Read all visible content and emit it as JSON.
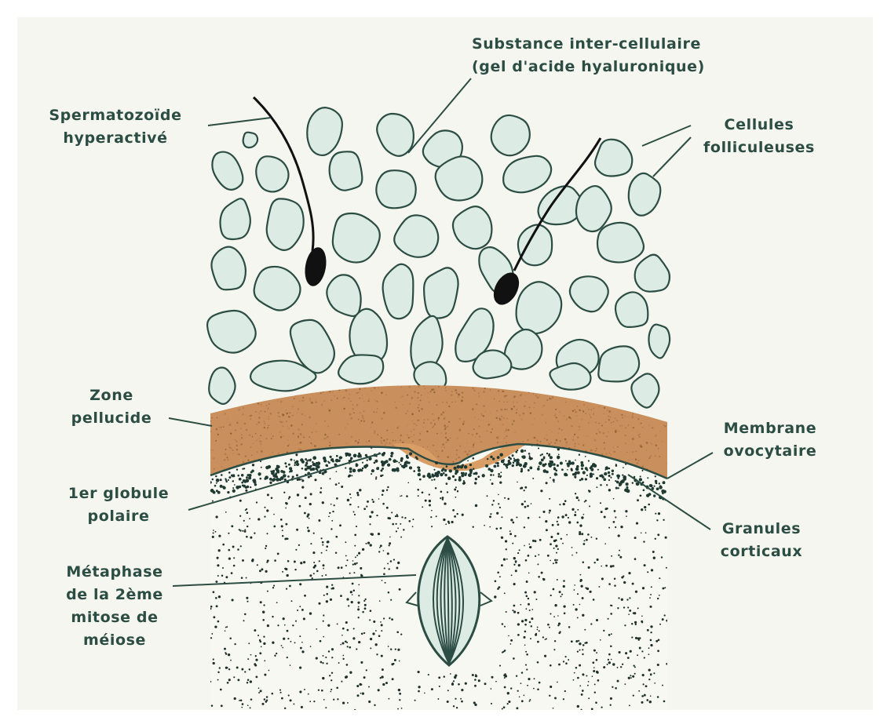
{
  "labels": {
    "substance": {
      "line1": "Substance   inter-cellulaire",
      "line2": "(gel  d'acide  hyaluronique)"
    },
    "spermatozoide": {
      "line1": "Spermatozoïde",
      "line2": "hyperactivé"
    },
    "cellules": {
      "line1": "Cellules",
      "line2": "folliculeuses"
    },
    "zone": {
      "line1": "Zone",
      "line2": "pellucide"
    },
    "membrane": {
      "line1": "Membrane",
      "line2": "ovocytaire"
    },
    "globule": {
      "line1": "1er  globule",
      "line2": "polaire"
    },
    "granules": {
      "line1": "Granules",
      "line2": "corticaux"
    },
    "metaphase": {
      "line1": "Métaphase",
      "line2": "de la 2ème",
      "line3": "mitose de",
      "line4": "méiose"
    }
  },
  "colors": {
    "background": "#f5f6ef",
    "cell_fill": "#dcebe4",
    "outline": "#2c4d44",
    "zone_pellucide": "#c98f5c",
    "polar_globule": "#d99d66",
    "text": "#2c4d44"
  }
}
